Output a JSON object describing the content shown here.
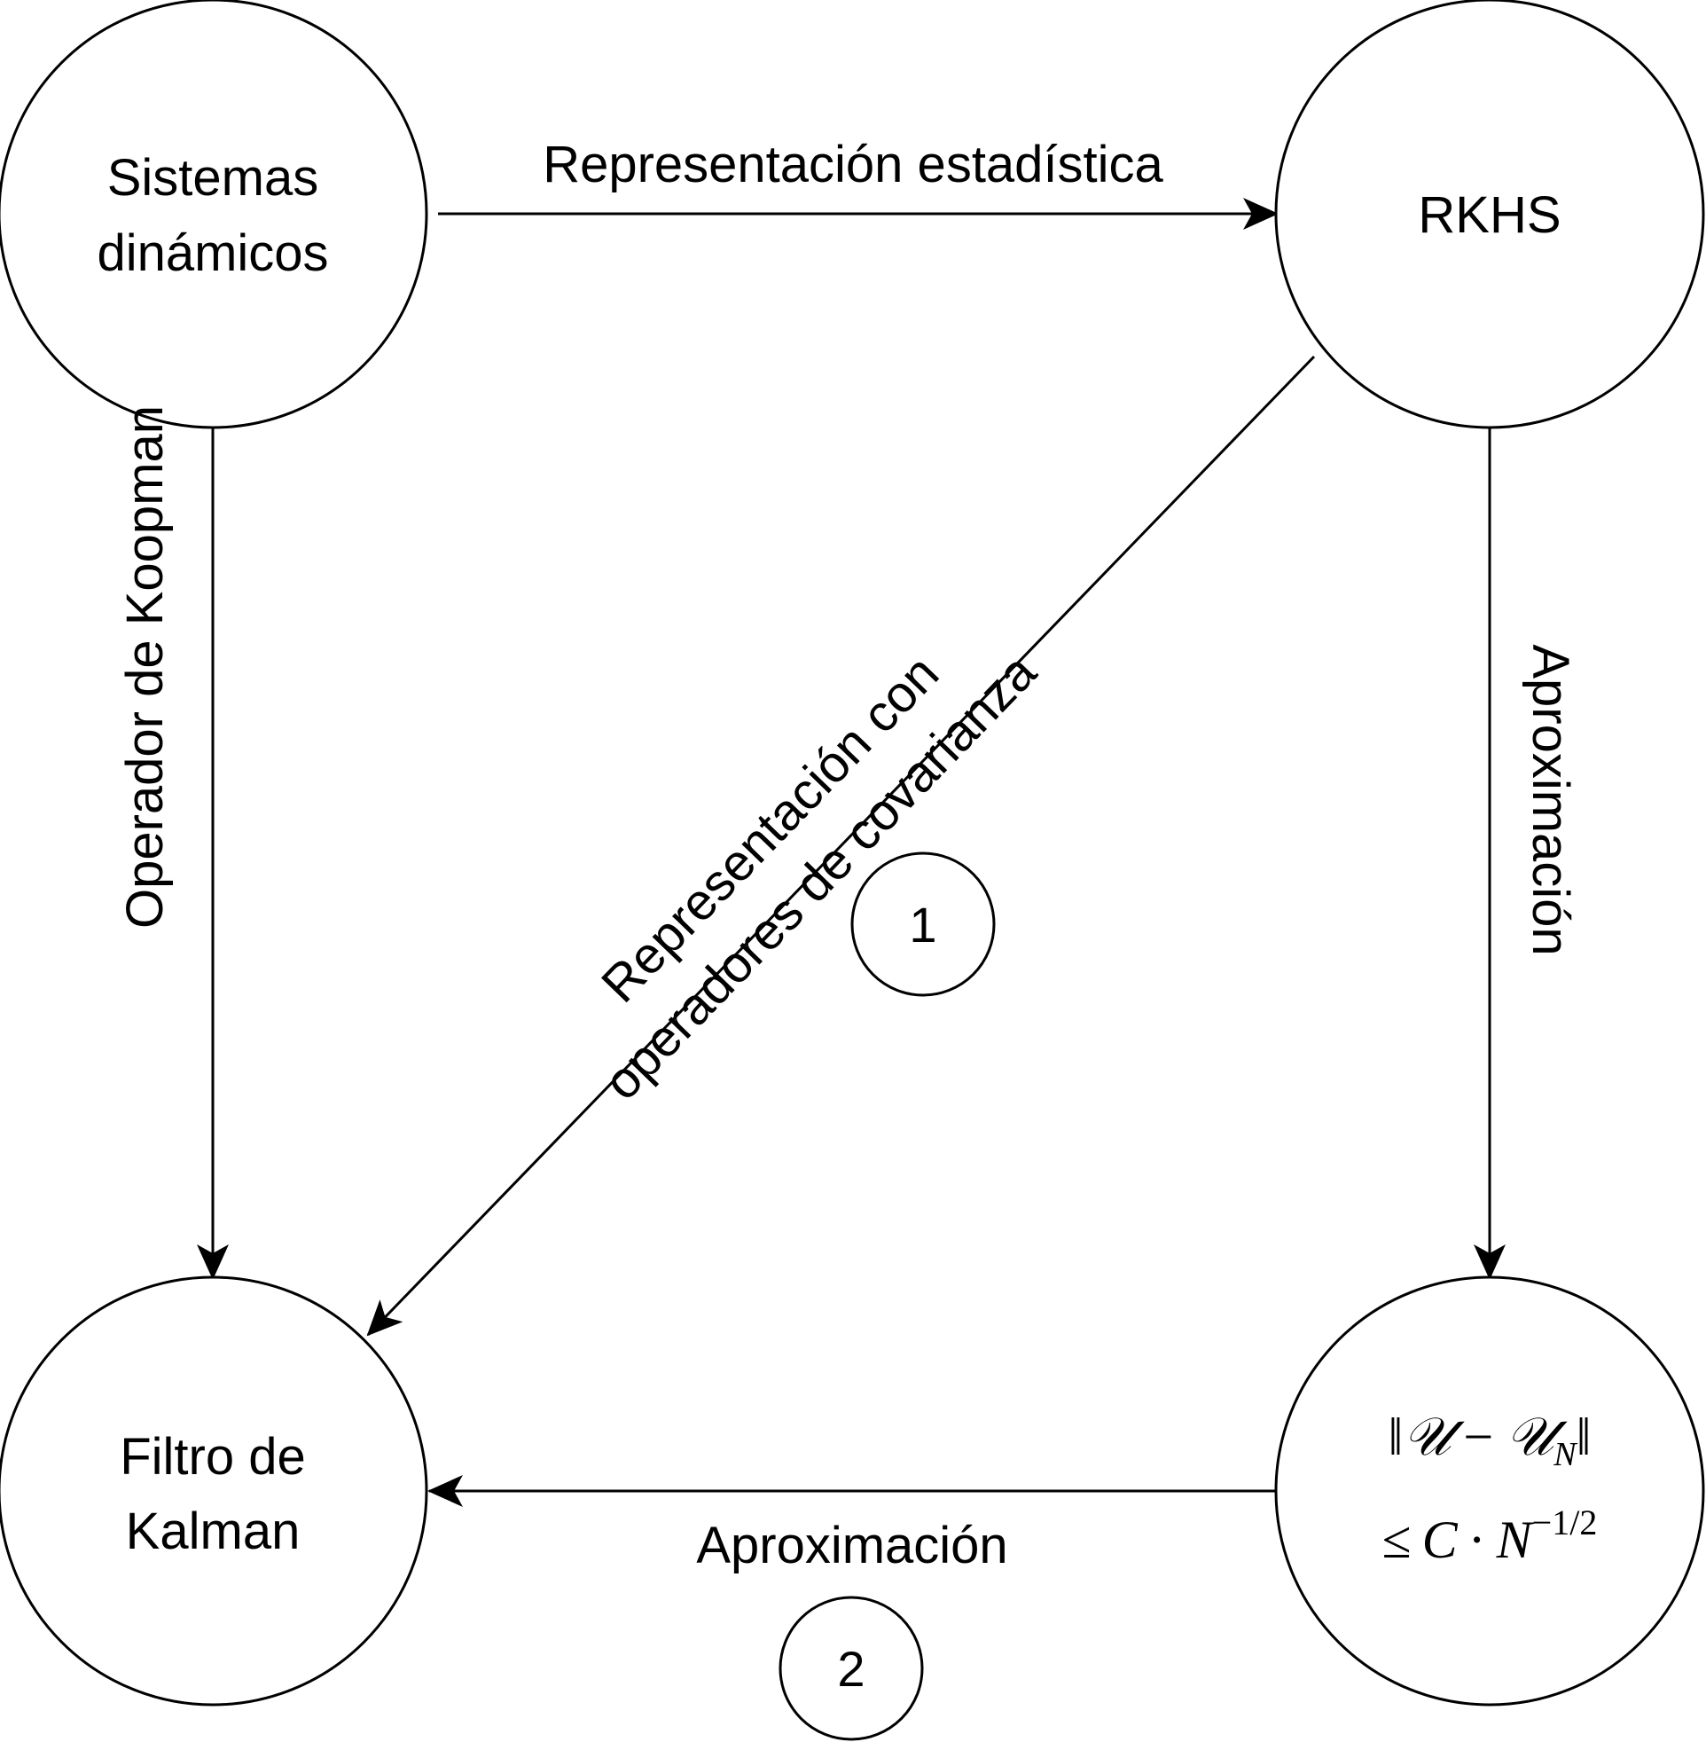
{
  "nodes": {
    "dynamic_systems": {
      "line1": "Sistemas",
      "line2": "dinámicos"
    },
    "rkhs": {
      "label": "RKHS"
    },
    "kalman_filter": {
      "line1": "Filtro de",
      "line2": "Kalman"
    },
    "bound": {
      "norm_bar": "‖",
      "operator": "𝒰",
      "minus": "−",
      "operator_approx": "𝒰",
      "subscript": "N",
      "leq": "≤",
      "constant": "C",
      "dot": "·",
      "base": "N",
      "exponent": "−1/2"
    }
  },
  "edges": {
    "statistical_representation": {
      "label": "Representación estadística"
    },
    "koopman": {
      "label": "Operador de Koopman"
    },
    "covariance": {
      "line1": "Representación con",
      "line2": "operadores de covarianza"
    },
    "approx_vertical": {
      "label": "Aproximación"
    },
    "approx_horizontal": {
      "label": "Aproximación"
    }
  },
  "badges": {
    "one": "1",
    "two": "2"
  }
}
